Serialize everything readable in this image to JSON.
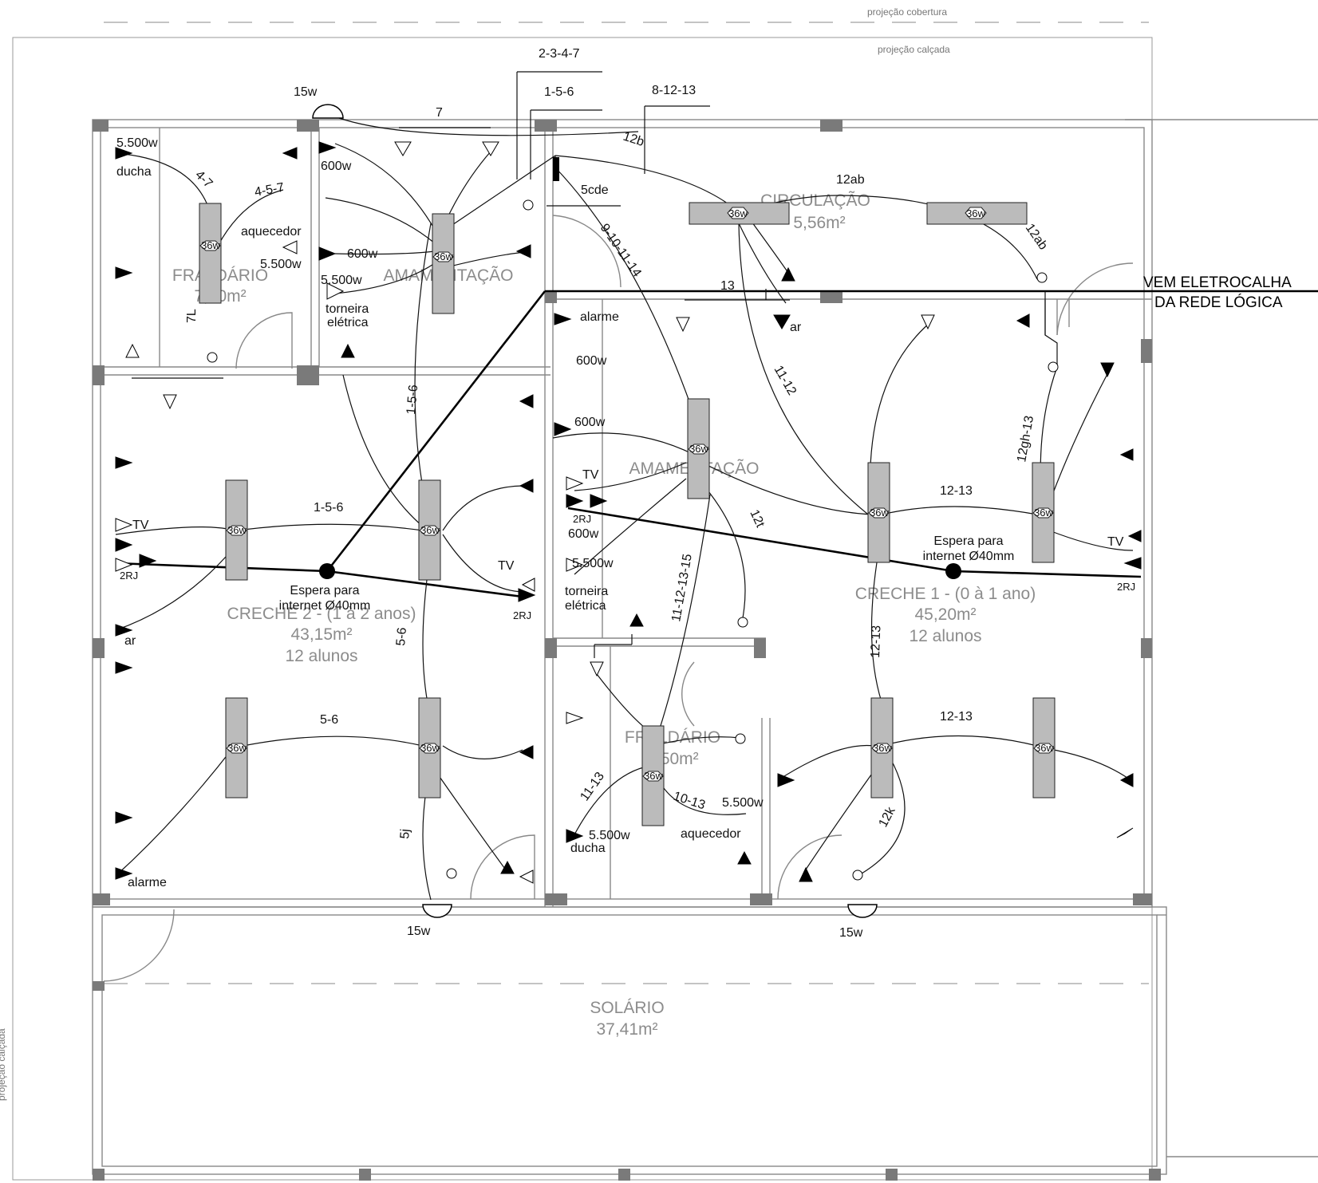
{
  "projections": {
    "cover": "projeção cobertura",
    "sidewalk": "projeção calçada"
  },
  "rooms": {
    "fraldario_1": {
      "name": "FRALDÁRIO",
      "area": "7,00m²"
    },
    "amamentacao_1": {
      "name": "AMAMENTAÇÃO"
    },
    "circulacao": {
      "name": "CIRCULAÇÃO",
      "area": "5,56m²"
    },
    "amamentacao_2": {
      "name": "AMAMENTAÇÃO"
    },
    "creche_2": {
      "name": "CRECHE 2 - (1 à 2 anos)",
      "area": "43,15m²",
      "students": "12 alunos"
    },
    "creche_1": {
      "name": "CRECHE 1 - (0 à 1 ano)",
      "area": "45,20m²",
      "students": "12 alunos"
    },
    "fraldario_2": {
      "name": "FRALDÁRIO",
      "area": "7,50m²"
    },
    "solario": {
      "name": "SOLÁRIO",
      "area": "37,41m²"
    }
  },
  "network": {
    "tray_line1": "VEM ELETROCALHA",
    "tray_line2": "DA REDE LÓGICA",
    "outlet_left_line1": "Espera para",
    "outlet_left_line2": "internet Ø40mm",
    "outlet_right_line1": "Espera para",
    "outlet_right_line2": "internet Ø40mm"
  },
  "circuits": {
    "c2347": "2-3-4-7",
    "c156": "1-5-6",
    "c81213": "8-12-13",
    "c12b": "12b",
    "c5cde": "5cde",
    "c12ab": "12ab",
    "c12ab_b": "12ab",
    "c7": "7",
    "c4_7": "4-7",
    "c4_5_7": "4-5-7",
    "c9_10": "9-10-11-14",
    "c13": "13",
    "c11_12": "11-12",
    "c12gh": "12gh-13",
    "c12_13": "12-13",
    "c12_13_b": "12-13",
    "c12_13_c": "12-13",
    "c12t": "12t",
    "c11_15": "11-12-13-15",
    "c1_5_6": "1-5-6",
    "c1_5_6_v": "1-5-6",
    "c5_6": "5-6",
    "c5_6_v": "5-6",
    "c10_13": "10-13",
    "c11_13": "11-13",
    "c12k": "12k",
    "c5j": "5j",
    "c7L": "7L"
  },
  "loads": {
    "w5500_a": "5.500w",
    "w5500_b": "5.500w",
    "w5500_c": "5.500w",
    "w5500_d": "5.500w",
    "w5500_e": "5.500w",
    "w5500_f": "5.500w",
    "w600_a": "600w",
    "w600_b": "600w",
    "w600_c": "600w",
    "w600_d": "600w",
    "w600_e": "600w",
    "w15_a": "15w",
    "w15_b": "15w",
    "w15_c": "15w",
    "lamp": "36w"
  },
  "fixtures": {
    "ducha": "ducha",
    "aquecedor": "aquecedor",
    "torneira1": "torneira",
    "torneira2": "elétrica",
    "alarme": "alarme",
    "ar": "ar",
    "tv": "TV",
    "rj": "2RJ"
  },
  "colors": {
    "wall": "#888888",
    "wire": "#111111",
    "room_text": "#8c8c8c",
    "column": "#7a7a7a"
  }
}
